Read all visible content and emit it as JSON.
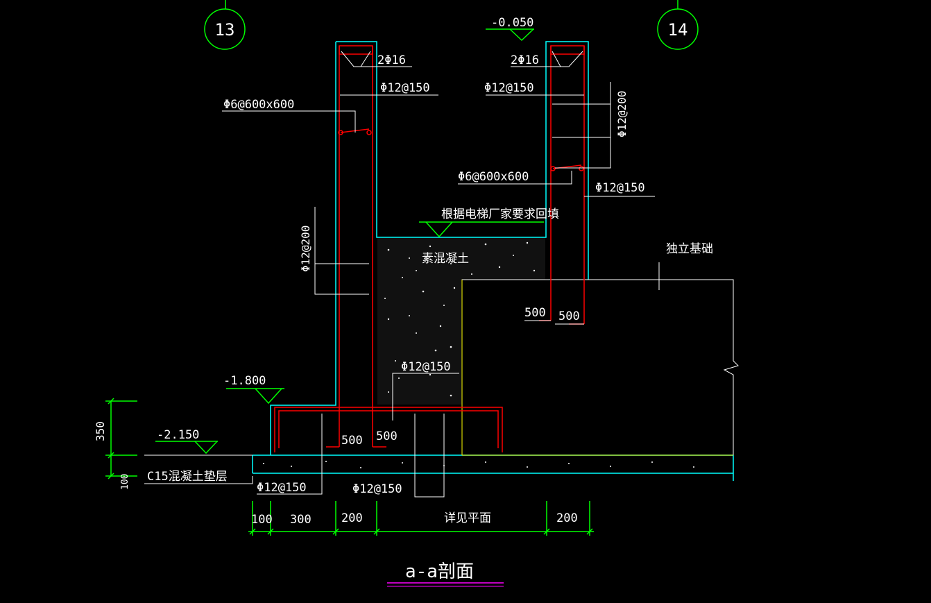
{
  "axes": {
    "left": "13",
    "right": "14"
  },
  "elevations": {
    "top_right": "-0.050",
    "left_mid": "-1.800",
    "left_low": "-2.150"
  },
  "labels": {
    "bars_2phi16_left": "2Φ16",
    "bars_2phi16_right": "2Φ16",
    "phi12_150_left_top": "Φ12@150",
    "phi12_150_right_top": "Φ12@150",
    "phi6_left": "Φ6@600x600",
    "phi6_right": "Φ6@600x600",
    "phi12_200_right": "Φ12@200",
    "phi12_200_left": "Φ12@200",
    "phi12_150_right_outer": "Φ12@150",
    "backfill_note": "根据电梯厂家要求回填",
    "plain_concrete": "素混凝土",
    "isolated_footing": "独立基础",
    "phi12_150_mid": "Φ12@150",
    "phi12_150_bottom_left": "Φ12@150",
    "phi12_150_bottom_mid": "Φ12@150",
    "c15_cushion": "C15混凝土垫层",
    "anchor_500_a": "500",
    "anchor_500_b": "500",
    "anchor_500_c": "500",
    "anchor_500_d": "500"
  },
  "dims": {
    "d350": "350",
    "d100_vertical": "100",
    "bottom": [
      "100",
      "300",
      "200",
      "详见平面",
      "200"
    ]
  },
  "section_title": "a-a剖面",
  "colors": {
    "cyan": "#00ffff",
    "red": "#ff0000",
    "green": "#00ff00",
    "white": "#ffffff",
    "yellow": "#ffff00",
    "magenta": "#ff00ff"
  }
}
